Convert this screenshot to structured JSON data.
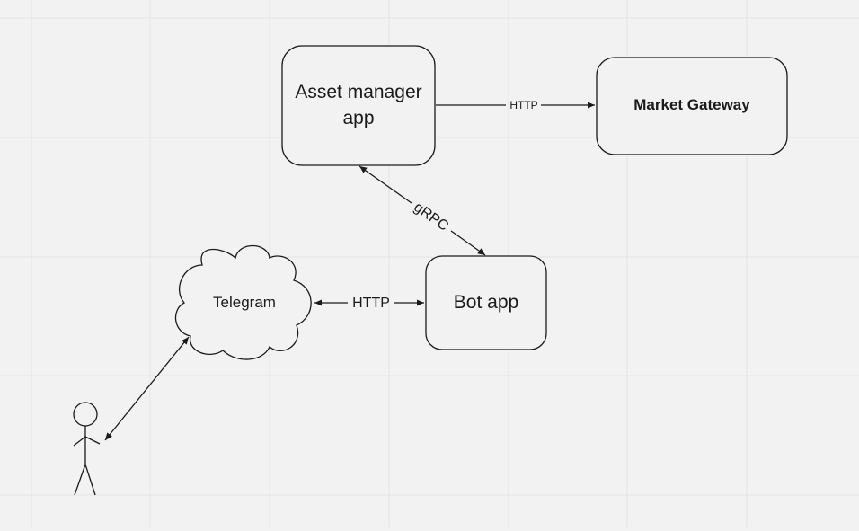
{
  "diagram": {
    "nodes": {
      "asset_manager": {
        "line1": "Asset manager",
        "line2": "app"
      },
      "market_gateway": {
        "label": "Market Gateway"
      },
      "bot_app": {
        "label": "Bot app"
      },
      "telegram": {
        "label": "Telegram"
      },
      "user": {
        "label": ""
      }
    },
    "edges": {
      "asset_to_gateway": {
        "label": "HTTP"
      },
      "asset_to_bot": {
        "label": "gRPC"
      },
      "telegram_to_bot": {
        "label": "HTTP"
      },
      "user_to_telegram": {
        "label": ""
      }
    }
  },
  "colors": {
    "background": "#f2f2f2",
    "grid": "#e4e4e4",
    "stroke": "#1a1a1a",
    "node_fill": "#f2f2f2"
  }
}
